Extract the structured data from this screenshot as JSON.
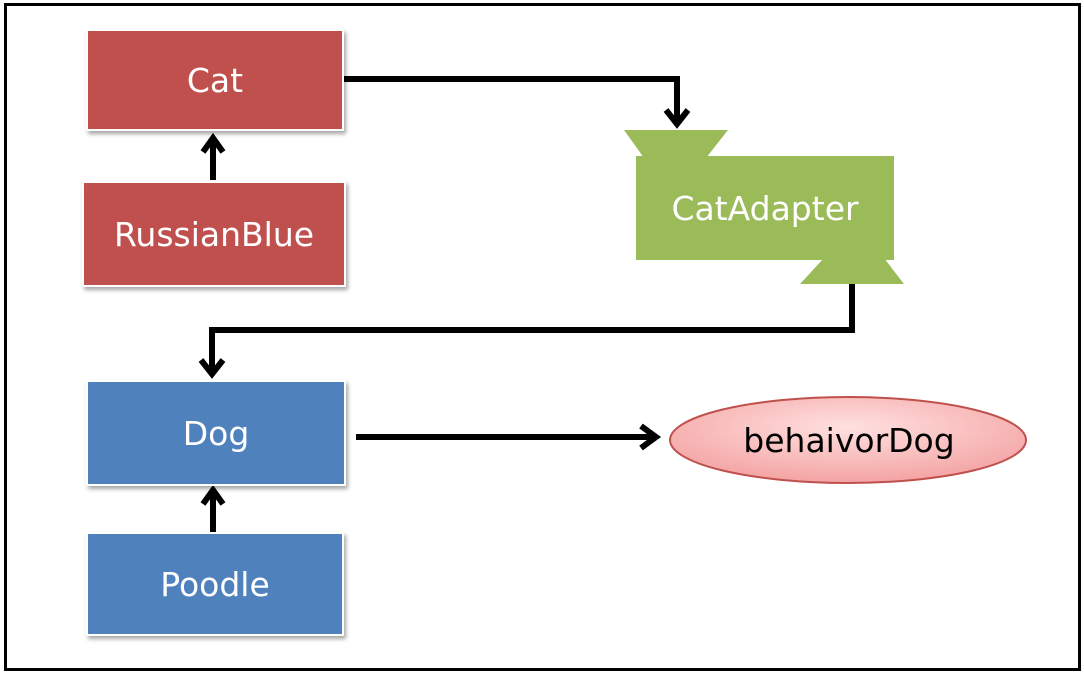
{
  "diagram": {
    "nodes": {
      "cat": "Cat",
      "russian_blue": "RussianBlue",
      "cat_adapter": "CatAdapter",
      "dog": "Dog",
      "poodle": "Poodle",
      "behavior_dog": "behaivorDog"
    },
    "colors": {
      "cat_family": "#c0504d",
      "dog_family": "#4f81bd",
      "adapter": "#9bbb59",
      "behavior_fill": "#f8b8b8",
      "behavior_stroke": "#c0504d"
    }
  }
}
